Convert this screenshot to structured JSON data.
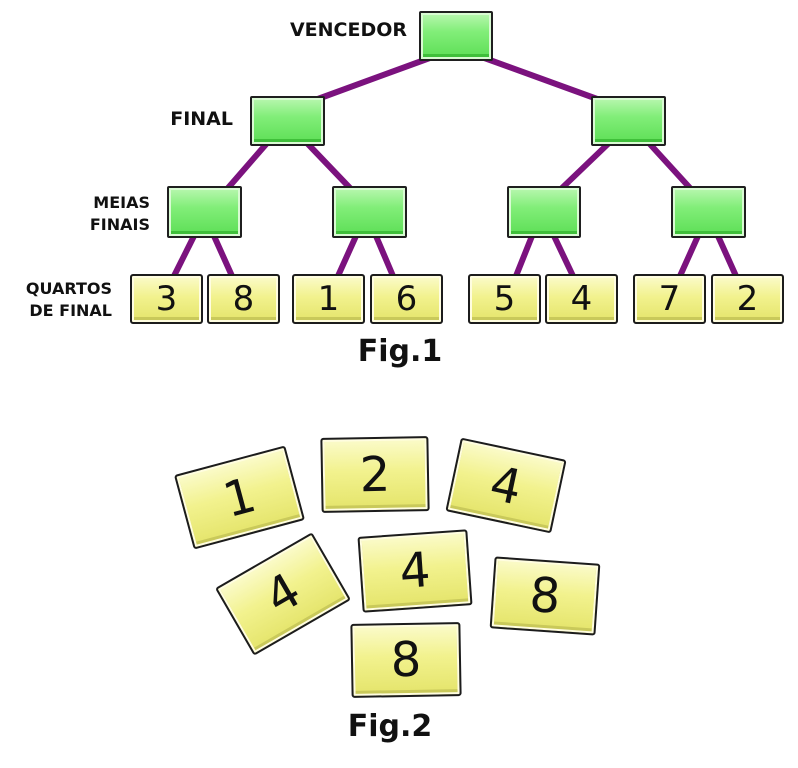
{
  "fig1": {
    "labels": {
      "winner": "VENCEDOR",
      "final": "FINAL",
      "semis_line1": "MEIAS",
      "semis_line2": "FINAIS",
      "quarters_line1": "QUARTOS",
      "quarters_line2": "DE FINAL"
    },
    "quarter_final_numbers": [
      "3",
      "8",
      "1",
      "6",
      "5",
      "4",
      "7",
      "2"
    ],
    "caption": "Fig.1",
    "colors": {
      "connector": "#7b127e",
      "node": "#6fe868",
      "card": "#efef8a"
    }
  },
  "fig2": {
    "cards": [
      "1",
      "2",
      "4",
      "4",
      "4",
      "8",
      "8"
    ],
    "caption": "Fig.2"
  }
}
